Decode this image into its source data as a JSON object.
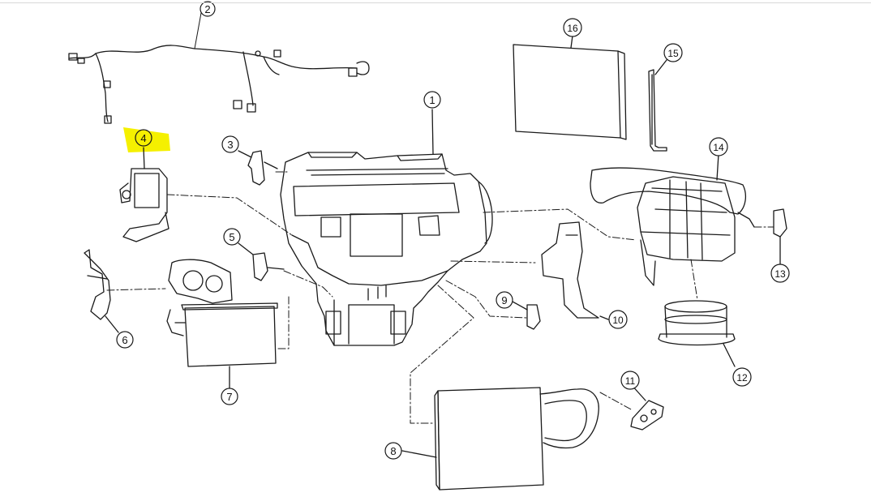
{
  "diagram": {
    "highlight_color": "#f5f000",
    "line_color": "#1a1a1a",
    "highlighted_callout": "4",
    "callouts": [
      {
        "id": "1",
        "label": "1"
      },
      {
        "id": "2",
        "label": "2"
      },
      {
        "id": "3",
        "label": "3"
      },
      {
        "id": "4",
        "label": "4"
      },
      {
        "id": "5",
        "label": "5"
      },
      {
        "id": "6",
        "label": "6"
      },
      {
        "id": "7",
        "label": "7"
      },
      {
        "id": "8",
        "label": "8"
      },
      {
        "id": "9",
        "label": "9"
      },
      {
        "id": "10",
        "label": "10"
      },
      {
        "id": "11",
        "label": "11"
      },
      {
        "id": "12",
        "label": "12"
      },
      {
        "id": "13",
        "label": "13"
      },
      {
        "id": "14",
        "label": "14"
      },
      {
        "id": "15",
        "label": "15"
      },
      {
        "id": "16",
        "label": "16"
      }
    ]
  }
}
